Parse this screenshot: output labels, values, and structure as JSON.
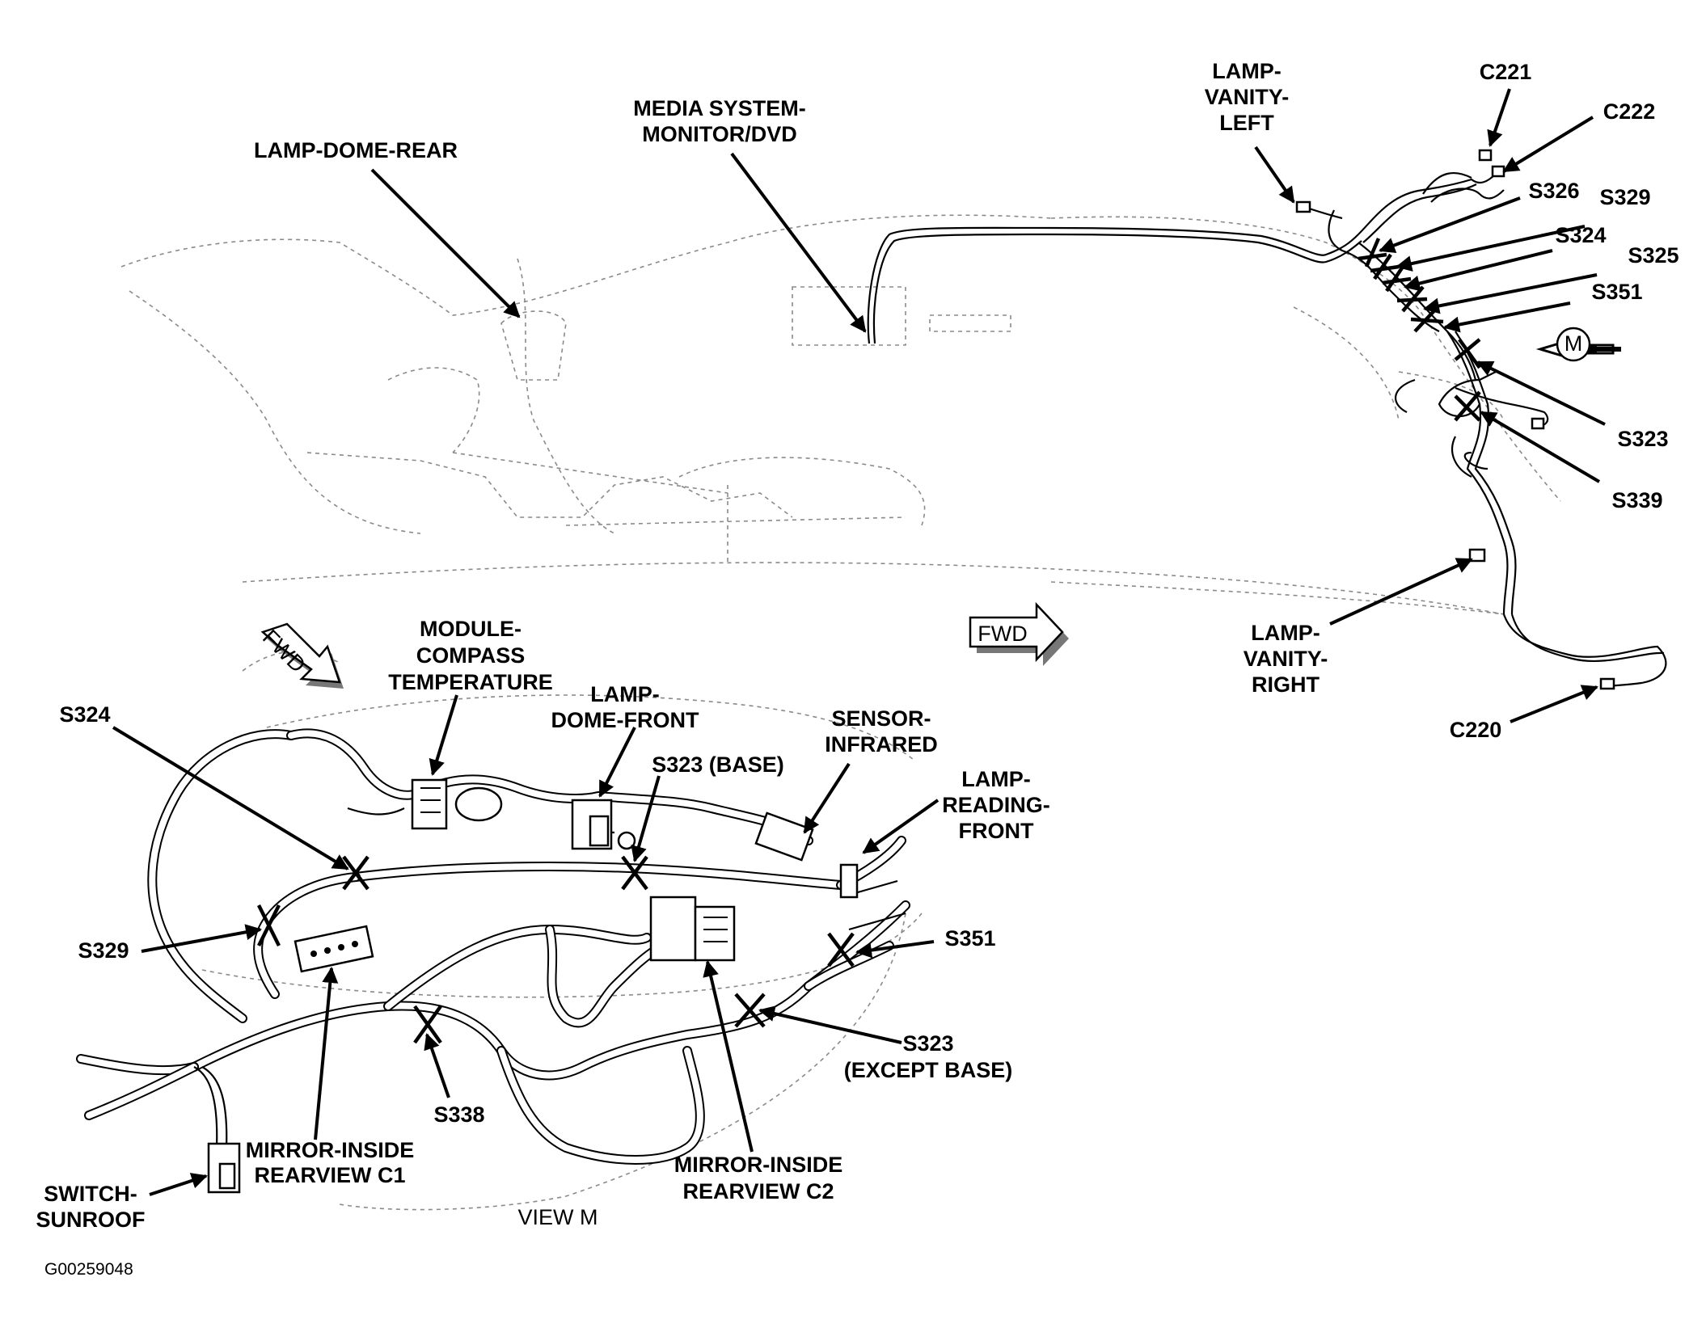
{
  "figure_id": "G00259048",
  "view_caption": "VIEW M",
  "labels": {
    "lamp_dome_rear": "LAMP-DOME-REAR",
    "media_system_1": "MEDIA SYSTEM-",
    "media_system_2": "MONITOR/DVD",
    "lamp_vanity_left_1": "LAMP-",
    "lamp_vanity_left_2": "VANITY-",
    "lamp_vanity_left_3": "LEFT",
    "c221": "C221",
    "c222": "C222",
    "s326_top": "S326",
    "s329_top": "S329",
    "s324_top": "S324",
    "s325_top": "S325",
    "s351_top": "S351",
    "view_marker": "M",
    "s323_top": "S323",
    "s339_top": "S339",
    "lamp_vanity_right_1": "LAMP-",
    "lamp_vanity_right_2": "VANITY-",
    "lamp_vanity_right_3": "RIGHT",
    "c220": "C220",
    "fwd_main": "FWD",
    "fwd_view": "FWD",
    "module_compass_1": "MODULE-",
    "module_compass_2": "COMPASS",
    "module_compass_3": "TEMPERATURE",
    "lamp_dome_front_1": "LAMP-",
    "lamp_dome_front_2": "DOME-FRONT",
    "sensor_infrared_1": "SENSOR-",
    "sensor_infrared_2": "INFRARED",
    "s324_view": "S324",
    "s323_base": "S323 (BASE)",
    "lamp_reading_front_1": "LAMP-",
    "lamp_reading_front_2": "READING-",
    "lamp_reading_front_3": "FRONT",
    "s329_view": "S329",
    "s351_view": "S351",
    "s323_except_1": "S323",
    "s323_except_2": "(EXCEPT BASE)",
    "s338_view": "S338",
    "mirror_c1_1": "MIRROR-INSIDE",
    "mirror_c1_2": "REARVIEW C1",
    "mirror_c2_1": "MIRROR-INSIDE",
    "mirror_c2_2": "REARVIEW C2",
    "switch_sunroof_1": "SWITCH-",
    "switch_sunroof_2": "SUNROOF"
  }
}
